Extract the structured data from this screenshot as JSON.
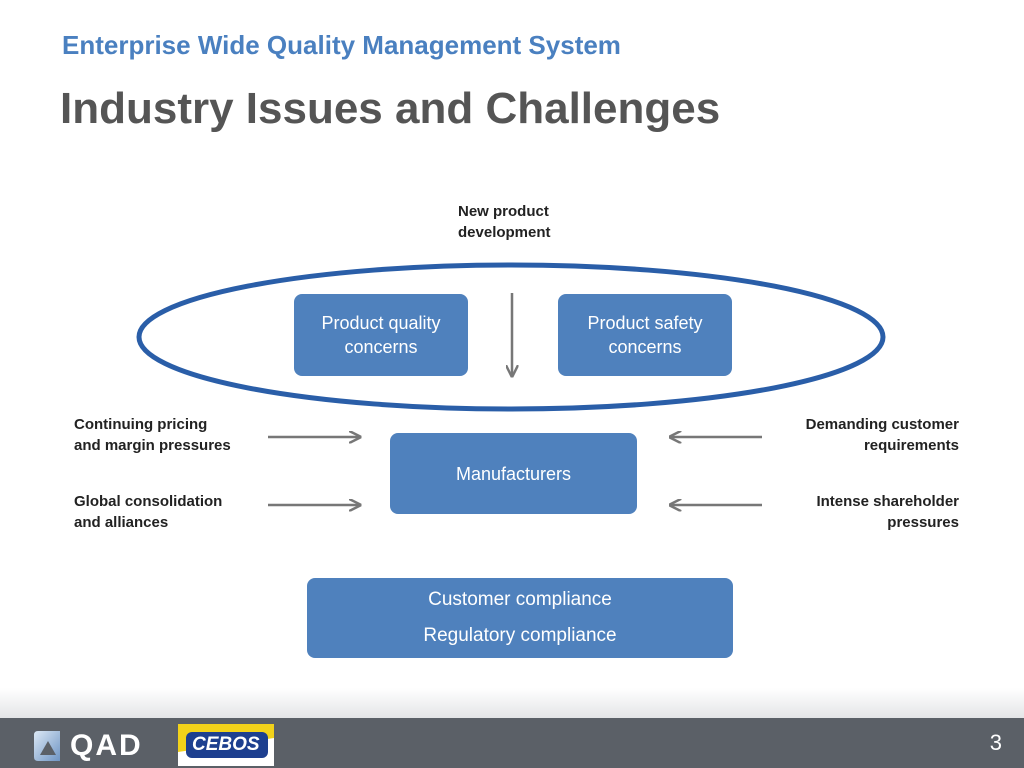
{
  "header": {
    "subtitle": "Enterprise Wide Quality Management System",
    "title": "Industry Issues and Challenges"
  },
  "diagram": {
    "top_label": [
      "New product",
      "development"
    ],
    "quality_box": [
      "Product quality",
      "concerns"
    ],
    "safety_box": [
      "Product  safety",
      "concerns"
    ],
    "center_box": "Manufacturers",
    "left_labels": [
      [
        "Continuing pricing",
        "and margin pressures"
      ],
      [
        "Global consolidation",
        "and alliances"
      ]
    ],
    "right_labels": [
      [
        "Demanding customer",
        "requirements"
      ],
      [
        "Intense shareholder",
        "pressures"
      ]
    ],
    "compliance_box": [
      "Customer compliance",
      "Regulatory compliance"
    ],
    "colors": {
      "box": "#4f81bd",
      "ellipse": "#2a5ea8",
      "arrow": "#777777"
    }
  },
  "footer": {
    "logo_qad": "QAD",
    "logo_cebos": "CEBOS",
    "page_number": "3"
  }
}
